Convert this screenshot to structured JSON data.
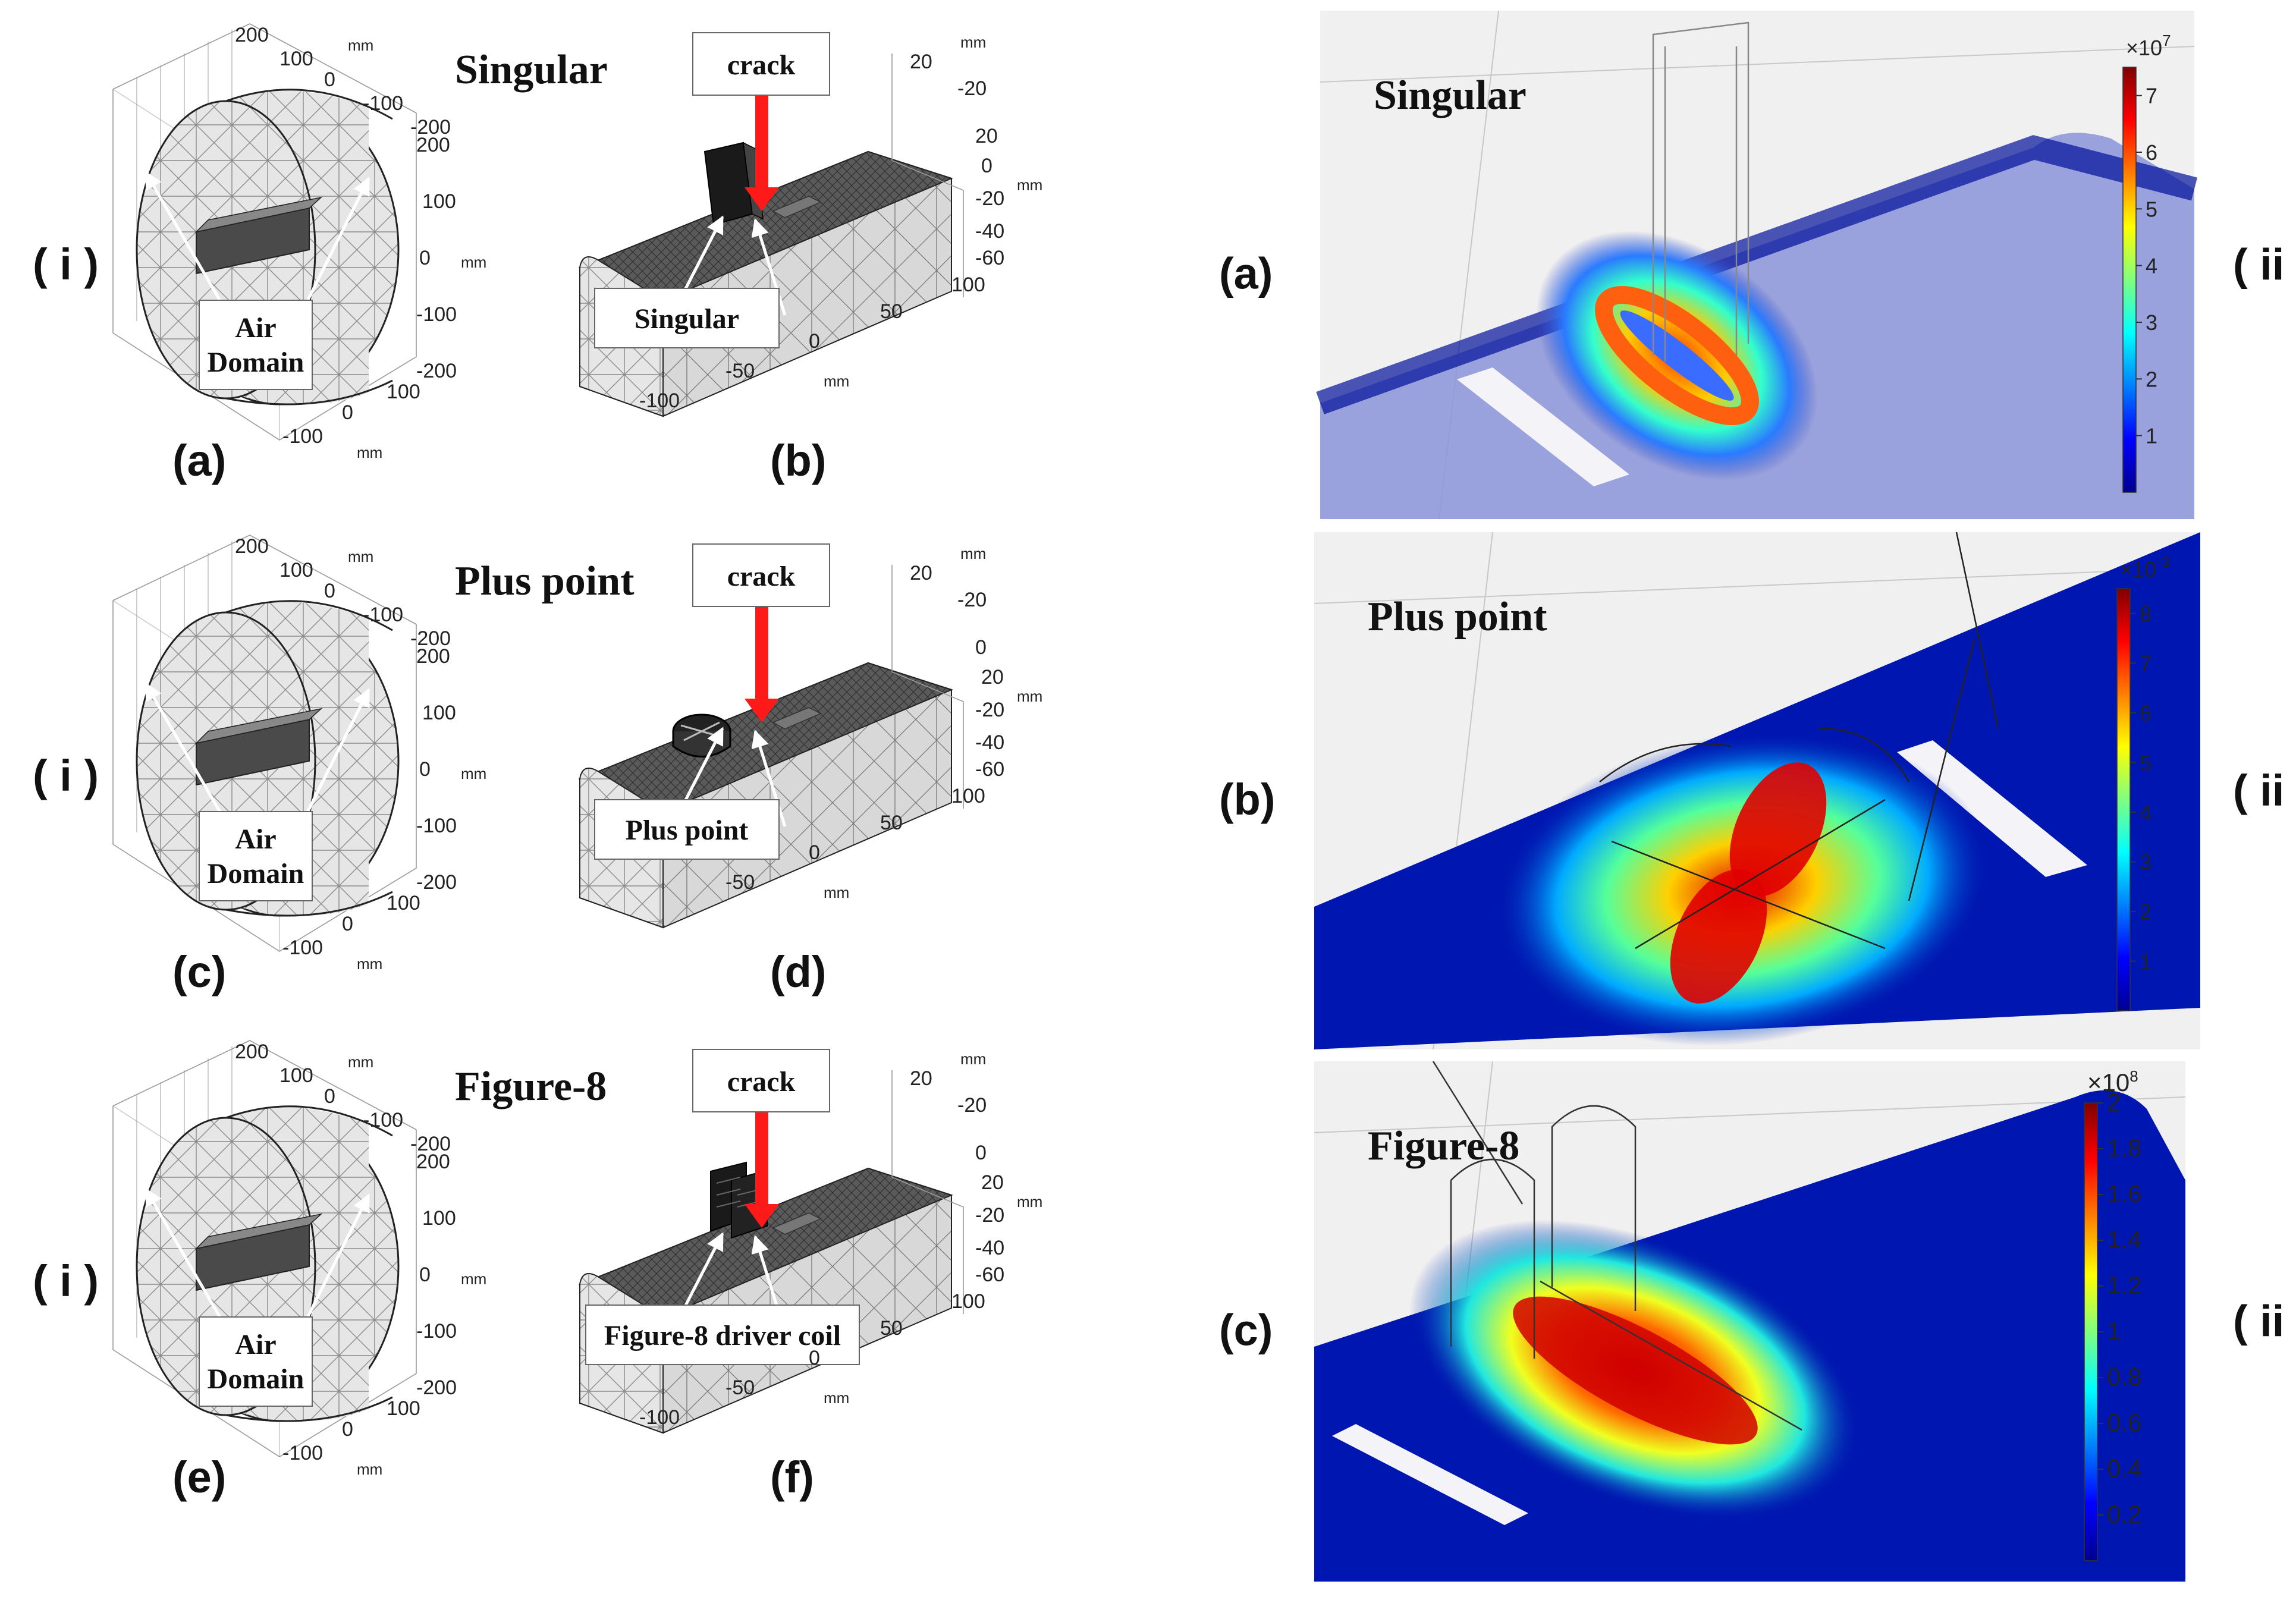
{
  "left_panels": [
    {
      "row": 1,
      "roman": "( i )",
      "air_panel_letter": "(a)",
      "probe_panel_letter": "(b)",
      "probe_title": "Singular",
      "crack_label": "crack",
      "air_label_line1": "Air",
      "air_label_line2": "Domain",
      "probe_label": "Singular",
      "air_ticks": {
        "top_a": "200",
        "top_b": "100",
        "top_c": "0",
        "top_d": "-100",
        "top_unit": "mm",
        "right_a": "-200",
        "right_b": "200",
        "right_c": "100",
        "right_d": "0",
        "right_e": "-100",
        "right_f": "-200",
        "right_unit": "mm",
        "bot_a": "100",
        "bot_b": "0",
        "bot_c": "-100",
        "bot_unit": "mm"
      },
      "probe_ticks": {
        "r_a": "20",
        "r_b": "-20",
        "r_c": "20",
        "r_d": "0",
        "r_e": "-20",
        "r_f": "-40",
        "r_g": "-60",
        "r_unit": "mm",
        "r_top_unit": "mm",
        "b_a": "100",
        "b_b": "50",
        "b_c": "0",
        "b_d": "-50",
        "b_e": "-100",
        "b_unit": "mm"
      }
    },
    {
      "row": 2,
      "roman": "( i )",
      "air_panel_letter": "(c)",
      "probe_panel_letter": "(d)",
      "probe_title": "Plus point",
      "crack_label": "crack",
      "air_label_line1": "Air",
      "air_label_line2": "Domain",
      "probe_label": "Plus point",
      "air_ticks": {
        "top_a": "200",
        "top_b": "100",
        "top_c": "0",
        "top_d": "-100",
        "top_unit": "mm",
        "right_a": "-200",
        "right_b": "200",
        "right_c": "100",
        "right_d": "0",
        "right_e": "-100",
        "right_f": "-200",
        "right_unit": "mm",
        "bot_a": "100",
        "bot_b": "0",
        "bot_c": "-100",
        "bot_unit": "mm"
      },
      "probe_ticks": {
        "r_a": "20",
        "r_b": "-20",
        "r_c": "0",
        "r_d": "20",
        "r_e": "-20",
        "r_f": "-40",
        "r_g": "-60",
        "r_unit": "mm",
        "r_top_unit": "mm",
        "b_a": "100",
        "b_b": "50",
        "b_c": "0",
        "b_d": "-50",
        "b_e": "",
        "b_unit": "mm"
      }
    },
    {
      "row": 3,
      "roman": "( i )",
      "air_panel_letter": "(e)",
      "probe_panel_letter": "(f)",
      "probe_title": "Figure-8",
      "crack_label": "crack",
      "air_label_line1": "Air",
      "air_label_line2": "Domain",
      "probe_label": "Figure-8 driver coil",
      "air_ticks": {
        "top_a": "200",
        "top_b": "100",
        "top_c": "0",
        "top_d": "-100",
        "top_unit": "mm",
        "right_a": "-200",
        "right_b": "200",
        "right_c": "100",
        "right_d": "0",
        "right_e": "-100",
        "right_f": "-200",
        "right_unit": "mm",
        "bot_a": "100",
        "bot_b": "0",
        "bot_c": "-100",
        "bot_unit": "mm"
      },
      "probe_ticks": {
        "r_a": "20",
        "r_b": "-20",
        "r_c": "0",
        "r_d": "20",
        "r_e": "-20",
        "r_f": "-40",
        "r_g": "-60",
        "r_unit": "mm",
        "r_top_unit": "mm",
        "b_a": "100",
        "b_b": "50",
        "b_c": "0",
        "b_d": "-50",
        "b_e": "-100",
        "b_unit": "mm"
      }
    }
  ],
  "right_panels": [
    {
      "letter": "(a)",
      "roman": "( ii )",
      "title": "Singular",
      "exponent": "×10",
      "exponent_power": "7",
      "scale_max": 7.5,
      "ticks": [
        "7",
        "6",
        "5",
        "4",
        "3",
        "2",
        "1"
      ]
    },
    {
      "letter": "(b)",
      "roman": "( ii )",
      "title": "Plus point",
      "exponent": "×10",
      "exponent_power": "-3",
      "scale_max": 8.5,
      "ticks": [
        "8",
        "7",
        "6",
        "5",
        "4",
        "3",
        "2",
        "1"
      ]
    },
    {
      "letter": "(c)",
      "roman": "( ii )",
      "title": "Figure-8",
      "exponent": "×10",
      "exponent_power": "8",
      "scale_max": 2.0,
      "ticks": [
        "2",
        "1.8",
        "1.6",
        "1.4",
        "1.2",
        "1",
        "0.8",
        "0.6",
        "0.4",
        "0.2"
      ]
    }
  ],
  "colors": {
    "crack_arrow": "#ff1a1a",
    "jet_low": "#00008f",
    "jet_high": "#800000",
    "plate_blue": "#00109a"
  }
}
